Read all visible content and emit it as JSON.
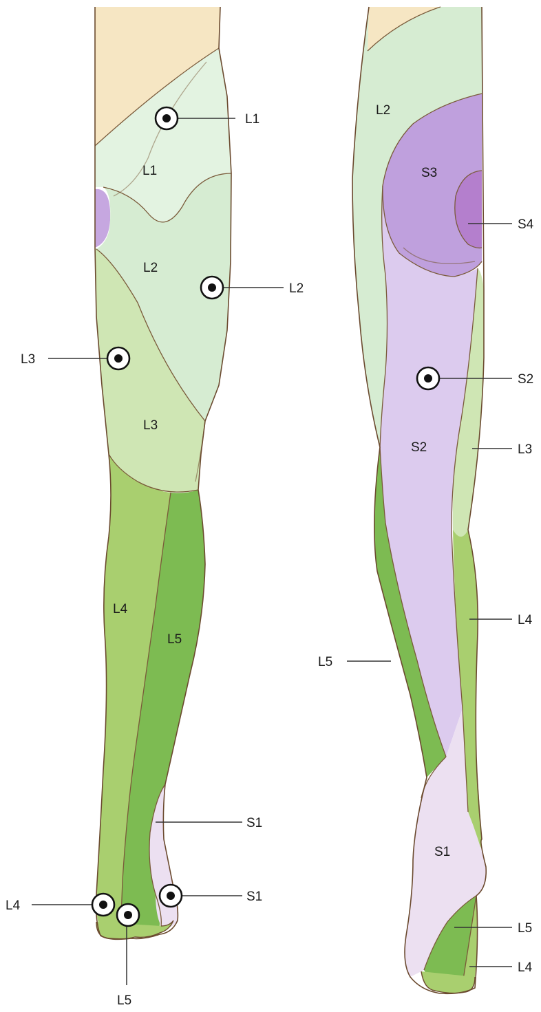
{
  "colors": {
    "buttock_skin": "#f6e6c3",
    "L1": "#e3f3e1",
    "L2": "#d6ecd2",
    "L3": "#cfe6b4",
    "L4": "#a9cf6f",
    "L5": "#7dbb52",
    "S1": "#ece0f1",
    "S2": "#dccbee",
    "S3": "#bfa0dd",
    "S4": "#b47fcd",
    "outline": "#6b4a2f"
  },
  "anterior_view": {
    "region_labels": {
      "L1": "L1",
      "L2": "L2",
      "L3": "L3",
      "L4": "L4",
      "L5": "L5"
    },
    "callouts": {
      "L1": "L1",
      "L2": "L2",
      "L3": "L3",
      "S1_ankle": "S1",
      "S1_foot": "S1",
      "L4_foot": "L4",
      "L5_foot": "L5"
    }
  },
  "posterior_view": {
    "region_labels": {
      "L2": "L2",
      "S3": "S3",
      "S2": "S2",
      "S1": "S1"
    },
    "callouts": {
      "S4": "S4",
      "S2": "S2",
      "L3": "L3",
      "L4": "L4",
      "L5": "L5",
      "L5_foot": "L5",
      "L4_foot": "L4"
    }
  }
}
